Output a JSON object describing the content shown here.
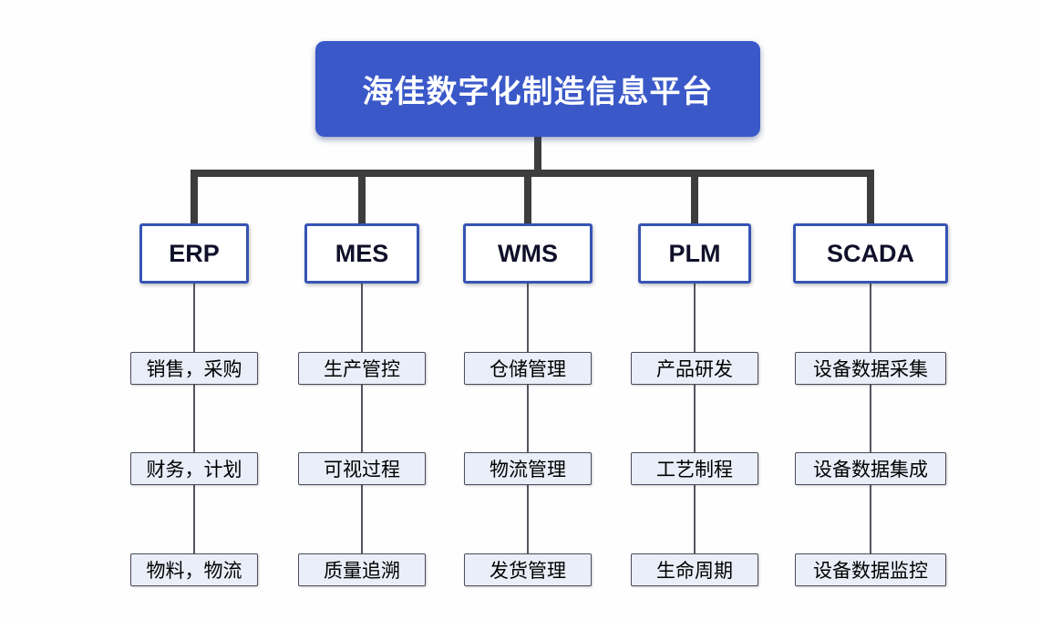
{
  "root": {
    "label": "海佳数字化制造信息平台"
  },
  "colors": {
    "root_bg": "#3a58c8",
    "root_text": "#ffffff",
    "level2_border": "#3554b4",
    "connector": "#3d3d3d",
    "child_bg": "#e9eef8",
    "child_border": "#4c4c5c"
  },
  "columns": [
    {
      "label": "ERP",
      "children": [
        "销售，采购",
        "财务，计划",
        "物料，物流"
      ]
    },
    {
      "label": "MES",
      "children": [
        "生产管控",
        "可视过程",
        "质量追溯"
      ]
    },
    {
      "label": "WMS",
      "children": [
        "仓储管理",
        "物流管理",
        "发货管理"
      ]
    },
    {
      "label": "PLM",
      "children": [
        "产品研发",
        "工艺制程",
        "生命周期"
      ]
    },
    {
      "label": "SCADA",
      "children": [
        "设备数据采集",
        "设备数据集成",
        "设备数据监控"
      ]
    }
  ]
}
